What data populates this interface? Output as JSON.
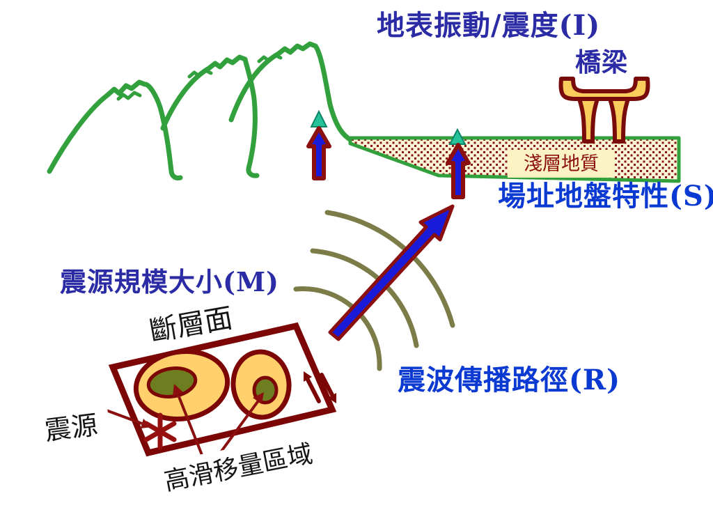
{
  "diagram": {
    "title": "地表振動/震度(I)",
    "labels": {
      "bridge": "橋梁",
      "shallow_geology": "淺層地質",
      "site_condition": "場址地盤特性(S)",
      "source_magnitude": "震源規模大小(M)",
      "wave_path": "震波傳播路徑(R)",
      "fault_plane": "斷層面",
      "hypocenter": "震源",
      "high_slip_zone": "高滑移量區域"
    },
    "icons": {
      "station_marker": "▲",
      "hypocenter_marker": "✳"
    },
    "colors": {
      "title_indigo": "#2b2ba6",
      "label_blue": "#0b3ad2",
      "outline_maroon": "#7c0606",
      "arrow_blue": "#1a1ad9",
      "terrain_green": "#32a03c",
      "soil_cream": "#fcf6d6",
      "soil_dot_red": "#8b1515",
      "structure_gold": "#f9cd5d",
      "asperity_gold": "#ffd06b",
      "asperity_olive": "#6e7d1f",
      "wave_arc_olive": "#7c7c49",
      "station_teal": "#26c39a",
      "geology_text_red": "#8b0f0f",
      "label_black": "#151515"
    }
  }
}
